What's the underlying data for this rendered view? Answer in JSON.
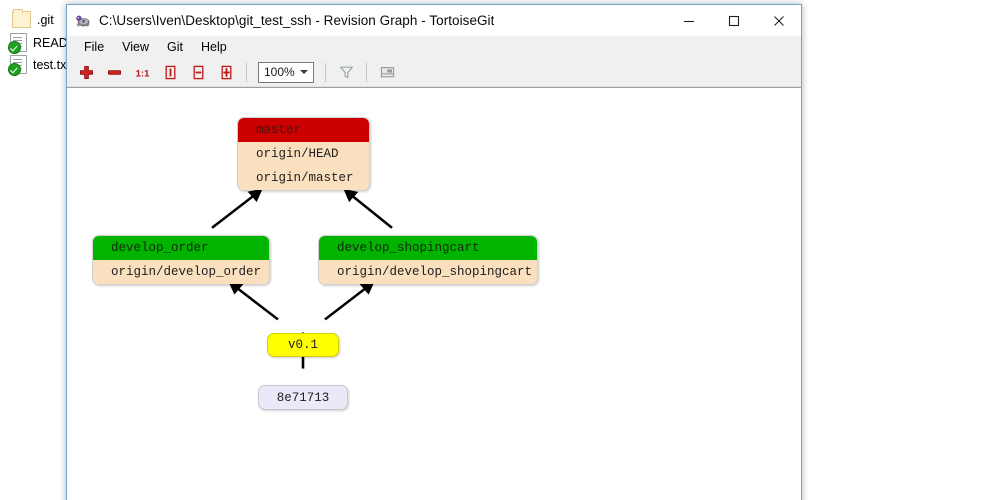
{
  "background": {
    "files": [
      {
        "name": ".git",
        "icon": "folder-icon",
        "overlay": null
      },
      {
        "name": "READ",
        "icon": "document-icon",
        "overlay": "green-check-icon"
      },
      {
        "name": "test.tx",
        "icon": "document-icon",
        "overlay": "green-check-icon"
      }
    ]
  },
  "window": {
    "title": "C:\\Users\\Iven\\Desktop\\git_test_ssh - Revision Graph - TortoiseGit",
    "app_icon": "tortoisegit-turtle-icon",
    "buttons": {
      "minimize": "minimize-icon",
      "maximize": "maximize-icon",
      "close": "close-icon"
    }
  },
  "menubar": {
    "items": [
      {
        "label": "File"
      },
      {
        "label": "View"
      },
      {
        "label": "Git"
      },
      {
        "label": "Help"
      }
    ]
  },
  "toolbar": {
    "buttons": [
      {
        "name": "zoom-in-icon",
        "title": "Zoom In"
      },
      {
        "name": "zoom-out-icon",
        "title": "Zoom Out"
      },
      {
        "name": "zoom-100-icon",
        "title": "1:1",
        "label": "1:1"
      },
      {
        "name": "fit-height-icon",
        "title": "Fit Height"
      },
      {
        "name": "fit-width-icon",
        "title": "Fit Width"
      },
      {
        "name": "fit-window-icon",
        "title": "Fit Window"
      }
    ],
    "zoom_value": "100%",
    "filter_icon": "filter-funnel-icon",
    "overview_icon": "overview-panel-icon"
  },
  "graph": {
    "nodes": [
      {
        "id": "master",
        "type": "branch",
        "header": {
          "text": "master",
          "color": "#cc0000"
        },
        "rows": [
          "origin/HEAD",
          "origin/master"
        ]
      },
      {
        "id": "develop_order",
        "type": "branch",
        "header": {
          "text": "develop_order",
          "color": "#00b400"
        },
        "rows": [
          "origin/develop_order"
        ]
      },
      {
        "id": "develop_shopingcart",
        "type": "branch",
        "header": {
          "text": "develop_shopingcart",
          "color": "#00b400"
        },
        "rows": [
          "origin/develop_shopingcart"
        ]
      },
      {
        "id": "v0.1",
        "type": "tag",
        "label": "v0.1",
        "color": "#ffff00"
      },
      {
        "id": "8e71713",
        "type": "commit",
        "label": "8e71713",
        "color": "#e9e9f8"
      }
    ],
    "edges": [
      {
        "from": "develop_order",
        "to": "master"
      },
      {
        "from": "develop_shopingcart",
        "to": "master"
      },
      {
        "from": "v0.1",
        "to": "develop_order"
      },
      {
        "from": "v0.1",
        "to": "develop_shopingcart"
      },
      {
        "from": "8e71713",
        "to": "v0.1"
      }
    ]
  }
}
